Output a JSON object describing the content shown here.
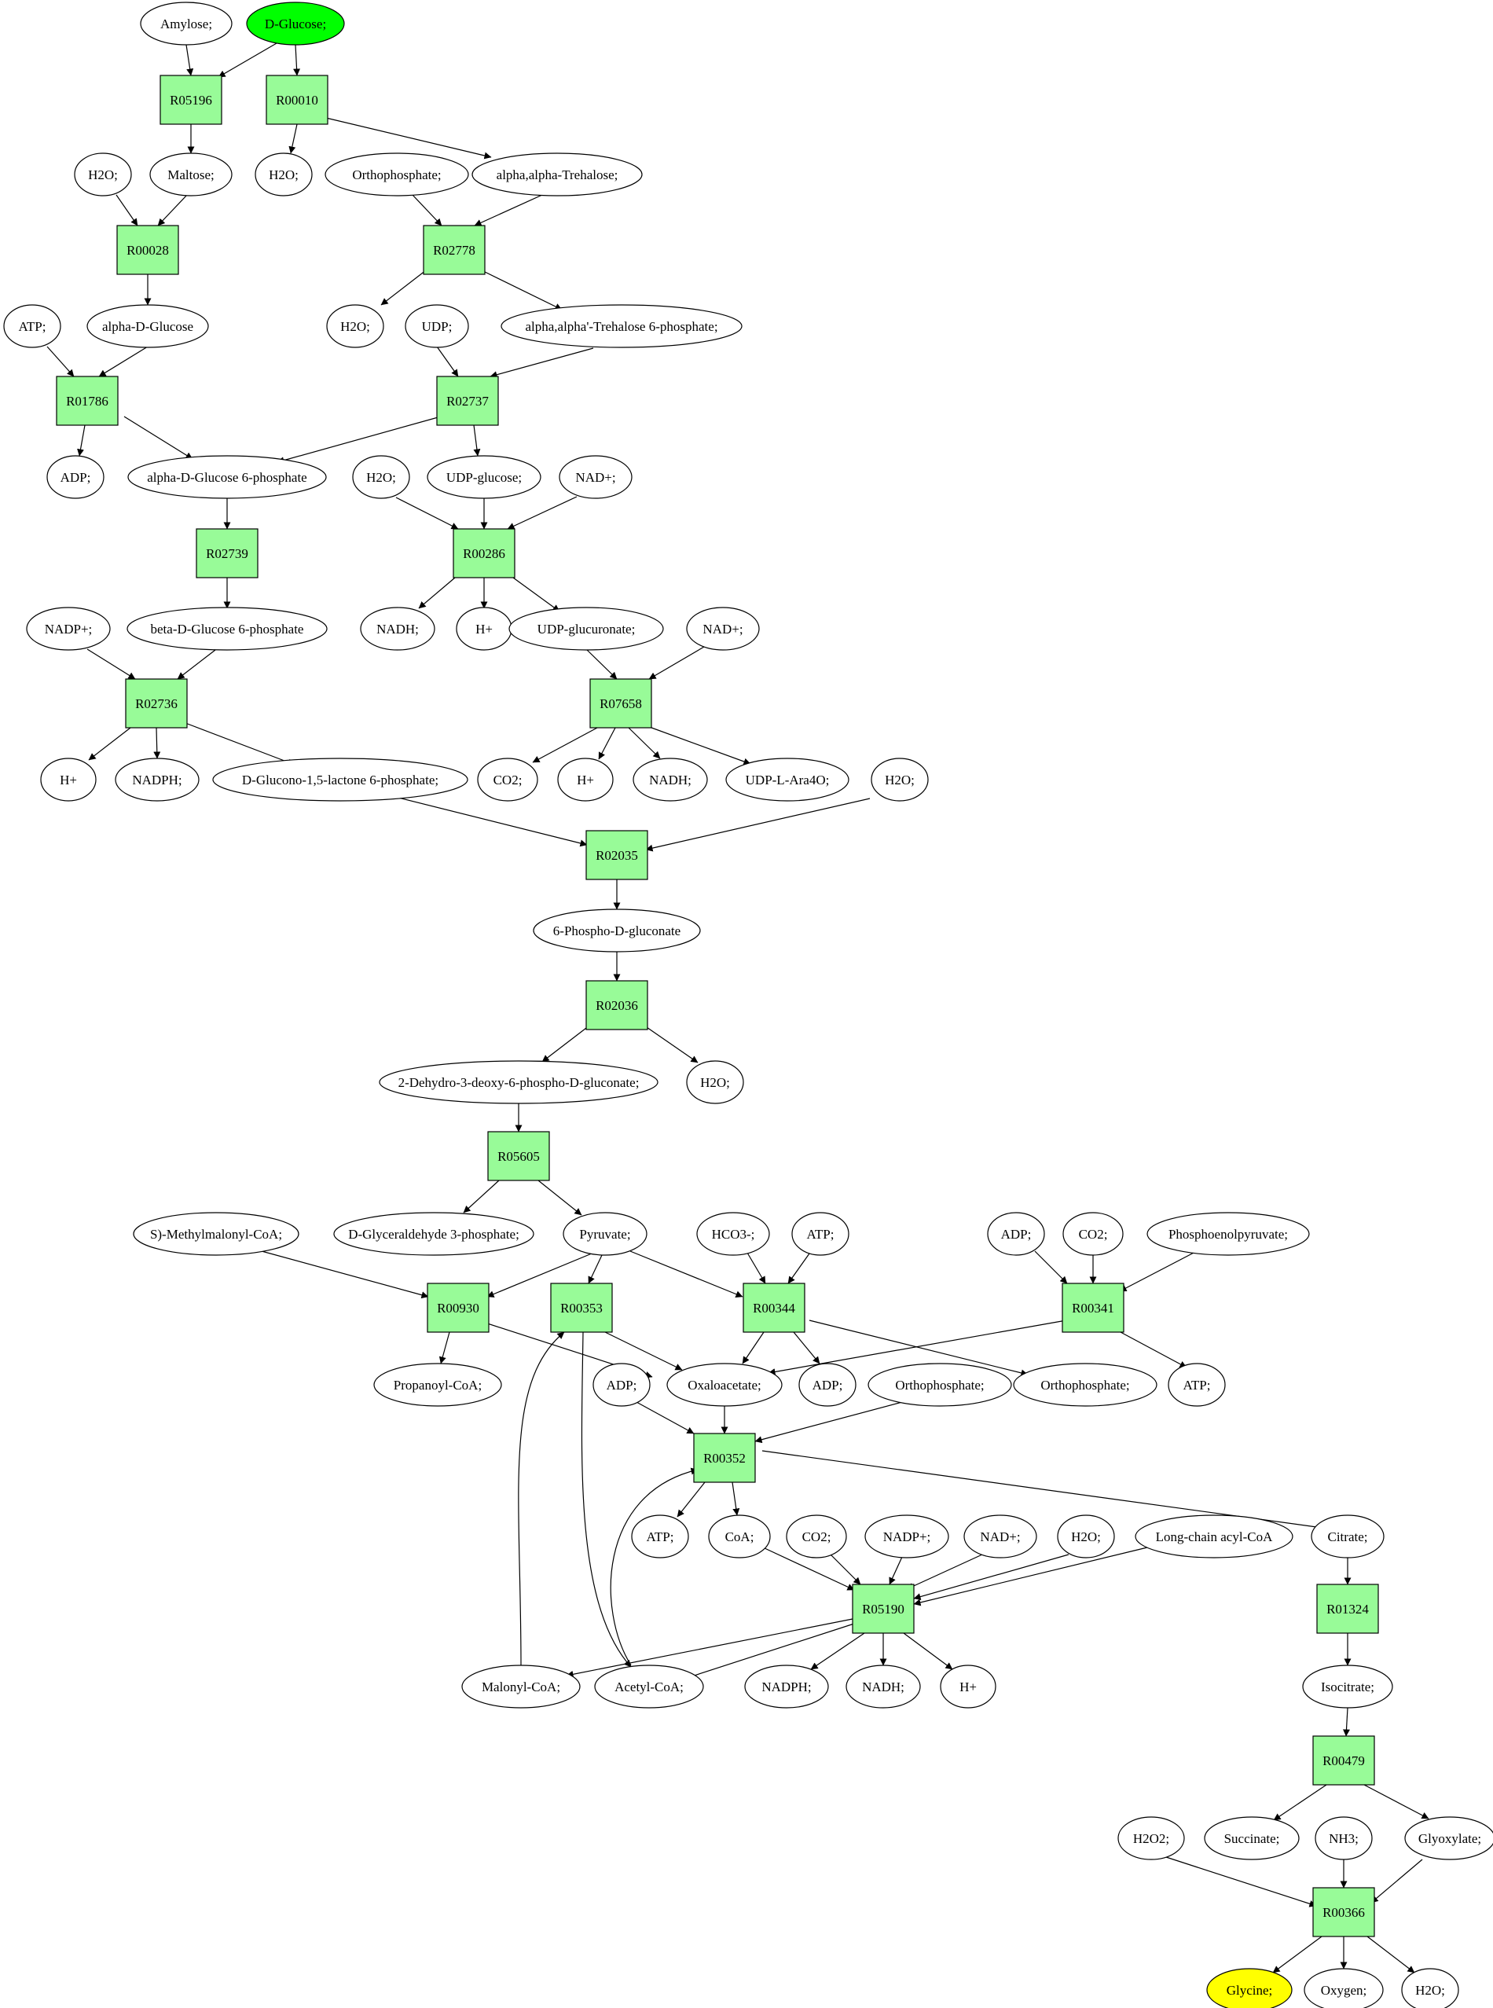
{
  "colors": {
    "reaction_fill": "#98fb98",
    "start_fill": "#00ff00",
    "end_fill": "#ffff00",
    "compound_fill": "#ffffff",
    "stroke": "#000000"
  },
  "nodes": {
    "amylose": "Amylose;",
    "dglucose": "D-Glucose;",
    "r05196": "R05196",
    "r00010": "R00010",
    "h2o_1": "H2O;",
    "maltose": "Maltose;",
    "h2o_2": "H2O;",
    "orthophosphate_1": "Orthophosphate;",
    "trehalose": "alpha,alpha-Trehalose;",
    "r00028": "R00028",
    "r02778": "R02778",
    "atp_1": "ATP;",
    "adglucose": "alpha-D-Glucose",
    "h2o_3": "H2O;",
    "udp": "UDP;",
    "trehalose6p": "alpha,alpha'-Trehalose 6-phosphate;",
    "r01786": "R01786",
    "r02737": "R02737",
    "adp_1": "ADP;",
    "adglucose6p": "alpha-D-Glucose 6-phosphate",
    "h2o_4": "H2O;",
    "udpglucose": "UDP-glucose;",
    "nad_1": "NAD+;",
    "r02739": "R02739",
    "r00286": "R00286",
    "nadp_1": "NADP+;",
    "bdglucose6p": "beta-D-Glucose 6-phosphate",
    "nadh_1": "NADH;",
    "hplus_1": "H+",
    "udpglucuronate": "UDP-glucuronate;",
    "nad_2": "NAD+;",
    "r02736": "R02736",
    "r07658": "R07658",
    "hplus_2": "H+",
    "nadph_1": "NADPH;",
    "glucono": "D-Glucono-1,5-lactone 6-phosphate;",
    "co2_1": "CO2;",
    "hplus_3": "H+",
    "nadh_2": "NADH;",
    "udplara": "UDP-L-Ara4O;",
    "h2o_5": "H2O;",
    "r02035": "R02035",
    "phosphogluconate": "6-Phospho-D-gluconate",
    "r02036": "R02036",
    "kdpg": "2-Dehydro-3-deoxy-6-phospho-D-gluconate;",
    "h2o_6": "H2O;",
    "r05605": "R05605",
    "methylmalonyl": "S)-Methylmalonyl-CoA;",
    "g3p": "D-Glyceraldehyde 3-phosphate;",
    "pyruvate": "Pyruvate;",
    "hco3": "HCO3-;",
    "atp_2": "ATP;",
    "adp_2": "ADP;",
    "co2_2": "CO2;",
    "pep": "Phosphoenolpyruvate;",
    "r00930": "R00930",
    "r00353": "R00353",
    "r00344": "R00344",
    "r00341": "R00341",
    "propanoyl": "Propanoyl-CoA;",
    "adp_3": "ADP;",
    "oxaloacetate": "Oxaloacetate;",
    "adp_4": "ADP;",
    "orthophosphate_2": "Orthophosphate;",
    "orthophosphate_3": "Orthophosphate;",
    "atp_3": "ATP;",
    "r00352": "R00352",
    "atp_4": "ATP;",
    "coa": "CoA;",
    "co2_3": "CO2;",
    "nadp_2": "NADP+;",
    "nad_3": "NAD+;",
    "h2o_7": "H2O;",
    "longchain": "Long-chain acyl-CoA",
    "citrate": "Citrate;",
    "r05190": "R05190",
    "r01324": "R01324",
    "malonyl": "Malonyl-CoA;",
    "acetyl": "Acetyl-CoA;",
    "nadph_2": "NADPH;",
    "nadh_3": "NADH;",
    "hplus_4": "H+",
    "isocitrate": "Isocitrate;",
    "r00479": "R00479",
    "h2o2": "H2O2;",
    "succinate": "Succinate;",
    "nh3": "NH3;",
    "glyoxylate": "Glyoxylate;",
    "r00366": "R00366",
    "glycine": "Glycine;",
    "oxygen": "Oxygen;",
    "h2o_8": "H2O;"
  }
}
